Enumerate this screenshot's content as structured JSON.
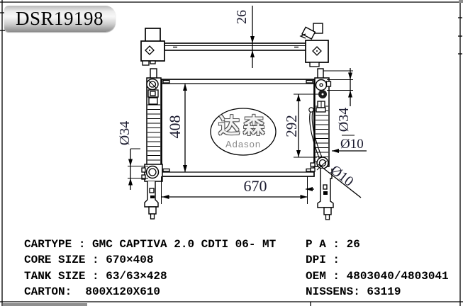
{
  "title": {
    "part_number": "DSR19198"
  },
  "drawing": {
    "top_view": {
      "depth": "26"
    },
    "front_view": {
      "core_height": "408",
      "right_span": "292",
      "core_width": "670",
      "left_inlet_dia": "Ø34",
      "right_inlet_dia": "Ø34",
      "right_hole_dia": "Ø10",
      "bottom_hole_dia": "Ø10"
    },
    "logo": {
      "cn": "达森",
      "en": "Adason"
    }
  },
  "specs": {
    "left": [
      "CARTYPE : GMC CAPTIVA 2.0 CDTI 06- MT",
      "CORE SIZE : 670×408",
      "TANK SIZE : 63/63×428",
      "CARTON:  800X120X610"
    ],
    "right": [
      "P A : 26",
      "DPI :",
      "OEM : 4803040/4803041",
      "NISSENS: 63119"
    ]
  }
}
